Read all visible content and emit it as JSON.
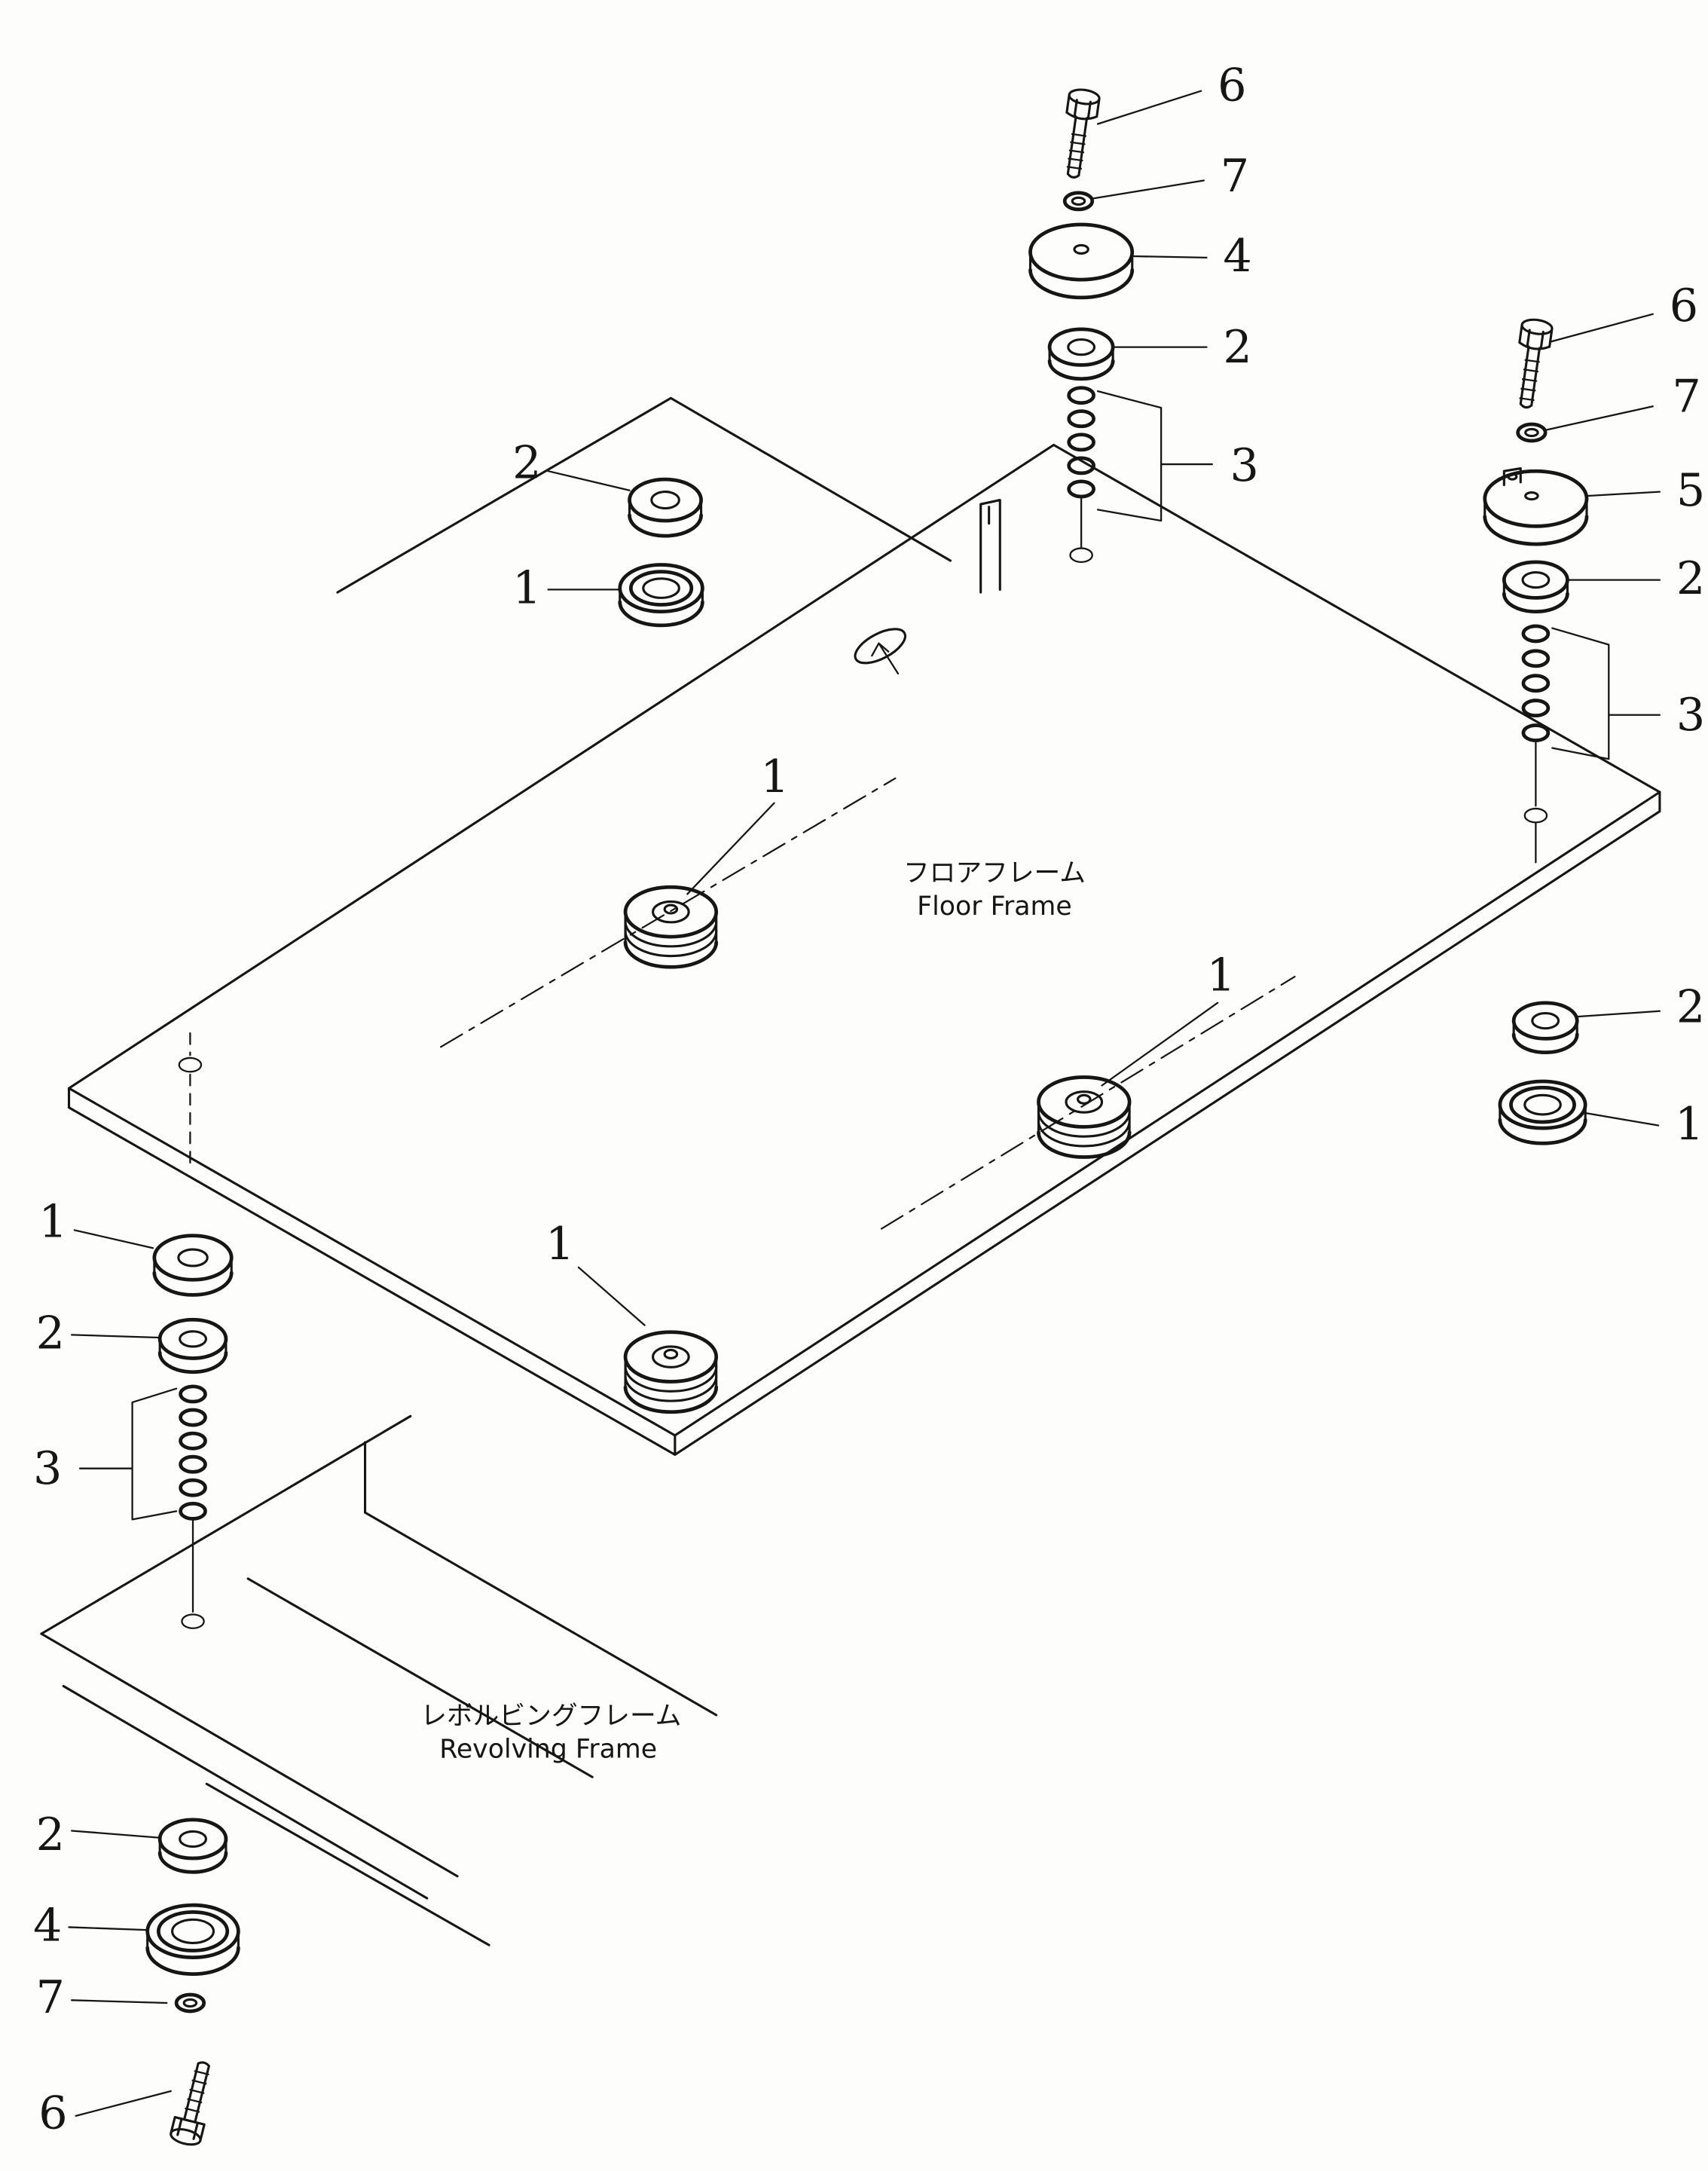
{
  "page": {
    "background": "#fdfdfc",
    "line_color": "#161616"
  },
  "labels": {
    "floor_frame_jp": "フロアフレーム",
    "floor_frame_en": "Floor  Frame",
    "revolving_frame_jp": "レボルビングフレーム",
    "revolving_frame_en": "Revolving  Frame"
  },
  "callouts": [
    {
      "stack": "top-center",
      "part": "mounting-bolt",
      "label": "6"
    },
    {
      "stack": "top-center",
      "part": "washer",
      "label": "7"
    },
    {
      "stack": "top-center",
      "part": "cushion",
      "label": "4"
    },
    {
      "stack": "top-center",
      "part": "collar",
      "label": "2"
    },
    {
      "stack": "top-center",
      "part": "shim-set",
      "label": "3"
    },
    {
      "stack": "right",
      "part": "mounting-bolt",
      "label": "6"
    },
    {
      "stack": "right",
      "part": "washer",
      "label": "7"
    },
    {
      "stack": "right",
      "part": "cushion-stopper",
      "label": "5"
    },
    {
      "stack": "right",
      "part": "collar",
      "label": "2"
    },
    {
      "stack": "right",
      "part": "shim-set",
      "label": "3"
    },
    {
      "stack": "right-lower",
      "part": "collar",
      "label": "2"
    },
    {
      "stack": "right-lower",
      "part": "mount-cup",
      "label": "1"
    },
    {
      "stack": "upper-left",
      "part": "collar",
      "label": "2"
    },
    {
      "stack": "upper-left",
      "part": "mount-cup",
      "label": "1"
    },
    {
      "stack": "plate-center",
      "part": "floor-mount",
      "label": "1"
    },
    {
      "stack": "plate-right",
      "part": "floor-mount",
      "label": "1"
    },
    {
      "stack": "plate-bottom",
      "part": "floor-mount",
      "label": "1"
    },
    {
      "stack": "left",
      "part": "mount-ring",
      "label": "1"
    },
    {
      "stack": "left",
      "part": "collar",
      "label": "2"
    },
    {
      "stack": "left",
      "part": "shim-set",
      "label": "3"
    },
    {
      "stack": "bottom-left",
      "part": "collar",
      "label": "2"
    },
    {
      "stack": "bottom-left",
      "part": "cushion-cup",
      "label": "4"
    },
    {
      "stack": "bottom-left",
      "part": "washer",
      "label": "7"
    },
    {
      "stack": "bottom-left",
      "part": "mounting-bolt",
      "label": "6"
    }
  ]
}
